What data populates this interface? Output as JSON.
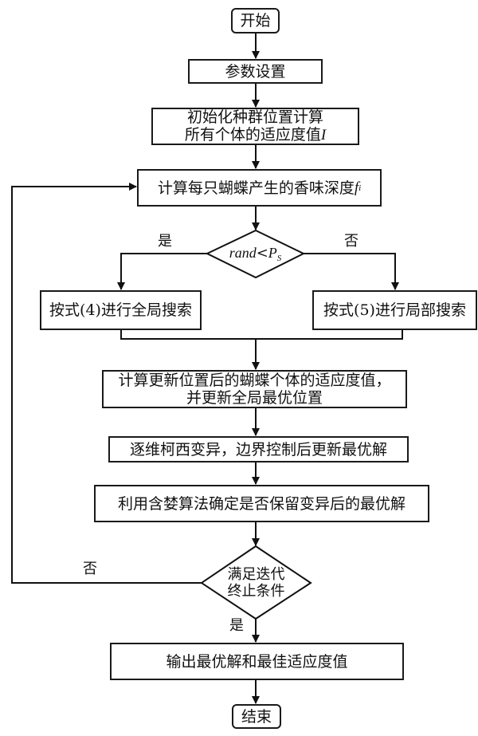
{
  "nodes": {
    "start": "开始",
    "params": "参数设置",
    "init_line1": "初始化种群位置计算",
    "init_line2": "所有个体的适应度值",
    "init_var": "I",
    "fragrance": "计算每只蝴蝶产生的香味深度",
    "fragrance_var": "f",
    "fragrance_sub": "i",
    "decision1_rand": "rand",
    "decision1_op": "<",
    "decision1_var": "P",
    "decision1_sub": "S",
    "global_search": "按式(4)进行全局搜索",
    "local_search": "按式(5)进行局部搜索",
    "update_line1": "计算更新位置后的蝴蝶个体的适应度值，",
    "update_line2": "并更新全局最优位置",
    "cauchy": "逐维柯西变异，边界控制后更新最优解",
    "metropolis": "利用含婪算法确定是否保留变异后的最优解",
    "decision2_line1": "满足迭代",
    "decision2_line2": "终止条件",
    "output": "输出最优解和最佳适应度值",
    "end": "结束"
  },
  "edge_labels": {
    "d1_yes": "是",
    "d1_no": "否",
    "d2_no": "否",
    "d2_yes": "是"
  }
}
